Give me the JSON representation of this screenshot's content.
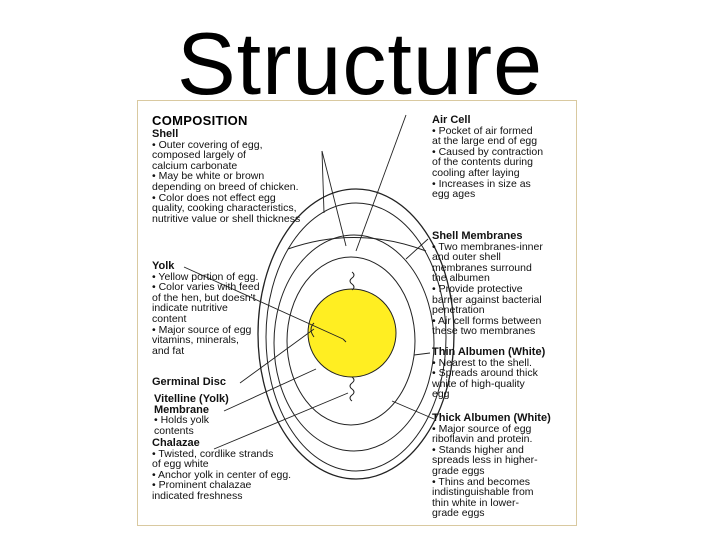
{
  "title": "Structure",
  "diagram": {
    "heading": "COMPOSITION",
    "shell": {
      "head": "Shell",
      "lines": [
        "• Outer covering of egg,",
        "composed largely of",
        "calcium carbonate",
        "• May be white or brown",
        "depending on breed of chicken.",
        "• Color does not effect egg",
        "quality, cooking characteristics,",
        "nutritive value or shell thickness"
      ]
    },
    "yolk": {
      "head": "Yolk",
      "lines": [
        "• Yellow portion of egg.",
        "• Color varies with feed",
        "of the hen, but doesn't",
        "indicate nutritive",
        "content",
        "• Major source of egg",
        "vitamins, minerals,",
        "and fat"
      ]
    },
    "germinal_disc": {
      "head": "Germinal Disc"
    },
    "vitelline": {
      "head_lines": [
        "Vitelline (Yolk)",
        "Membrane"
      ],
      "lines": [
        "• Holds yolk",
        "contents"
      ]
    },
    "chalazae": {
      "head": "Chalazae",
      "lines": [
        "• Twisted, cordlike strands",
        "of egg white",
        "• Anchor yolk in center of egg.",
        "• Prominent chalazae",
        "indicated freshness"
      ]
    },
    "air_cell": {
      "head": "Air Cell",
      "lines": [
        "• Pocket of air formed",
        "at the large end of egg",
        "• Caused by contraction",
        "of the contents during",
        "cooling after laying",
        "• Increases in size as",
        "egg ages"
      ]
    },
    "shell_membranes": {
      "head": "Shell Membranes",
      "lines": [
        "• Two membranes-inner",
        "and outer shell",
        "membranes surround",
        "the albumen",
        "• Provide protective",
        "barrier against bacterial",
        "penetration",
        "• Air cell forms between",
        "these two membranes"
      ]
    },
    "thin_albumen": {
      "head": "Thin Albumen (White)",
      "lines": [
        "• Nearest to the shell.",
        "• Spreads around thick",
        "white of high-quality",
        "egg"
      ]
    },
    "thick_albumen": {
      "head": "Thick Albumen (White)",
      "lines": [
        "• Major source of egg",
        "riboflavin and protein.",
        "• Stands higher and",
        "spreads less in higher-",
        "grade eggs",
        "• Thins and becomes",
        "indistinguishable from",
        "thin white in lower-",
        "grade eggs"
      ]
    },
    "colors": {
      "yolk": "#ffee22",
      "frame": "#d9c9a0"
    }
  }
}
